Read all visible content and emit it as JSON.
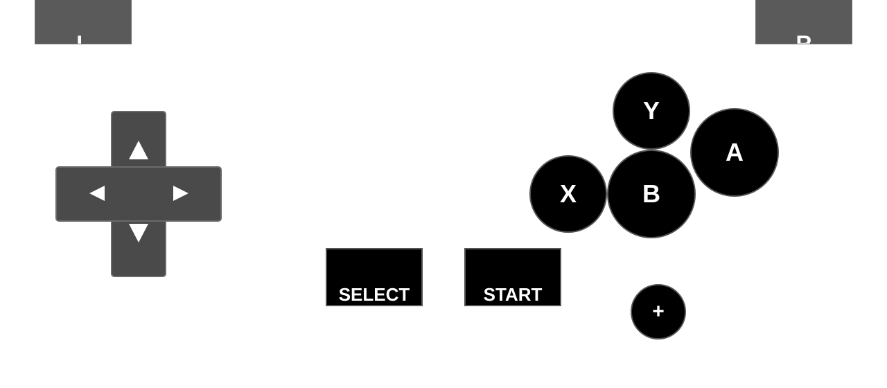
{
  "shoulder": {
    "left_label": "L",
    "right_label": "R"
  },
  "dpad": {
    "up_icon": "triangle-up-icon",
    "down_icon": "triangle-down-icon",
    "left_icon": "triangle-left-icon",
    "right_icon": "triangle-right-icon"
  },
  "face_buttons": {
    "y_label": "Y",
    "a_label": "A",
    "x_label": "X",
    "b_label": "B"
  },
  "menu_buttons": {
    "select_label": "SELECT",
    "start_label": "START"
  },
  "plus_button": {
    "label": "+"
  },
  "colors": {
    "background": "#ffffff",
    "shoulder": "#5a5a5a",
    "dpad": "#4a4a4a",
    "button": "#000000",
    "text": "#ffffff"
  }
}
